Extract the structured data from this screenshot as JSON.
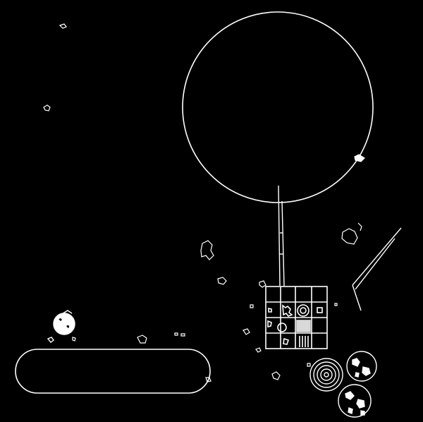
{
  "canvas": {
    "background": "#000000",
    "stroke": "#ffffff"
  },
  "objects": [
    {
      "name": "large-circle-outline"
    },
    {
      "name": "vertical-connector-line"
    },
    {
      "name": "grid-structure"
    },
    {
      "name": "concentric-rings"
    },
    {
      "name": "pair-of-textured-circles"
    },
    {
      "name": "rounded-track-outline"
    },
    {
      "name": "small-spotted-sphere"
    },
    {
      "name": "diagonal-line-pair"
    },
    {
      "name": "scattered-blob-fragments"
    }
  ]
}
